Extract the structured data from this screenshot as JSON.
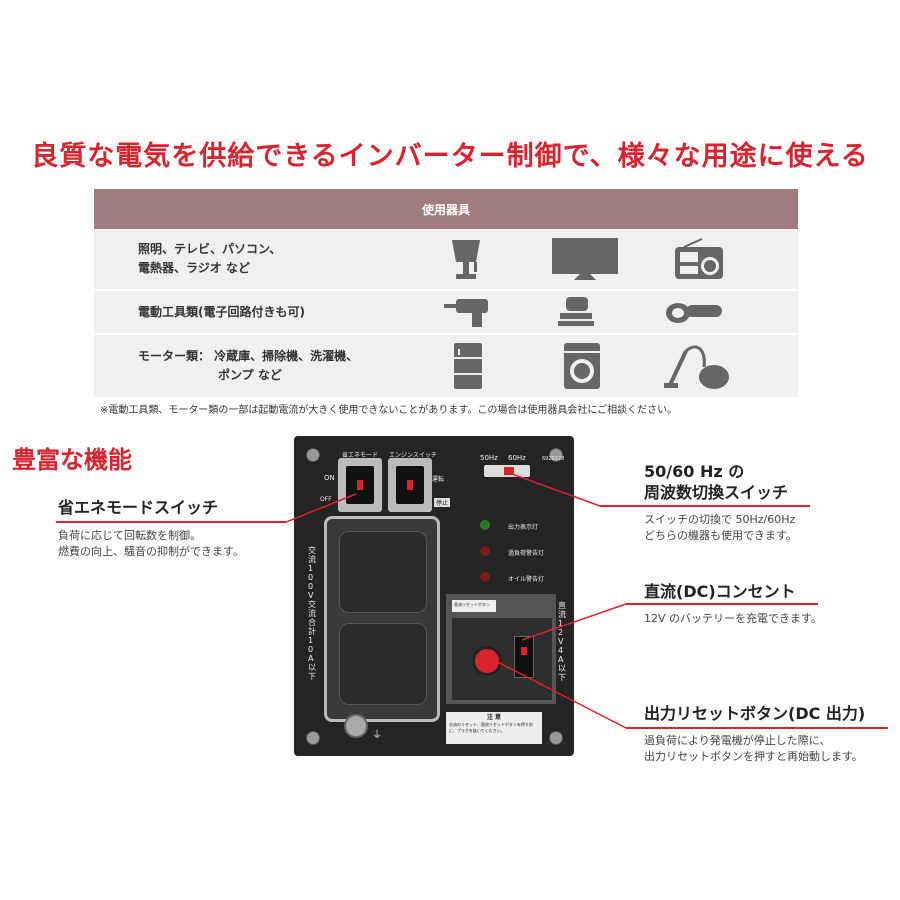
{
  "headline": "良質な電気を供給できるインバーター制御で、様々な用途に使える",
  "table": {
    "header": "使用器具",
    "rows": [
      {
        "label_lines": [
          "照明、テレビ、パソコン、",
          "電熱器、ラジオ など"
        ],
        "icons": [
          "lamp-icon",
          "television-icon",
          "radio-icon"
        ]
      },
      {
        "label_lines": [
          "電動工具類(電子回路付きも可)"
        ],
        "icons": [
          "drill-icon",
          "sander-icon",
          "grinder-icon"
        ]
      },
      {
        "label_lines": [
          "モーター類： 冷蔵庫、掃除機、洗濯機、",
          "ポンプ など"
        ],
        "icons": [
          "refrigerator-icon",
          "washing-machine-icon",
          "vacuum-cleaner-icon"
        ]
      }
    ]
  },
  "footnote": "※電動工具類、モーター類の一部は起動電流が大きく使用できないことがあります。この場合は使用器具会社にご相談ください。",
  "section_title": "豊富な機能",
  "panel": {
    "eco_label": "省エネモード",
    "engine_label": "エンジンスイッチ",
    "on": "ON",
    "off": "OFF",
    "run": "運転",
    "stop": "停止",
    "hz50": "50Hz",
    "hz60": "60Hz",
    "serial": "6920728",
    "lamp_output": "出力表示灯",
    "lamp_overload": "過負荷警告灯",
    "lamp_oil": "オイル警告灯",
    "ac_text": "交流 100V 交流合計10A以下",
    "dc_text": "直流 12V 4A以下",
    "reset_label": "直流リセットボタン",
    "caution_title": "注 意",
    "caution_text": "交流のリセット、過流リセットボタンを押す前に、プラグを抜いてください。"
  },
  "callouts": {
    "eco": {
      "title": "省エネモードスイッチ",
      "desc": [
        "負荷に応じて回転数を制御。",
        "燃費の向上、騒音の抑制ができます。"
      ]
    },
    "freq": {
      "title_lines": [
        "50/60 Hz の",
        "周波数切換スイッチ"
      ],
      "desc": [
        "スイッチの切換で 50Hz/60Hz",
        "どちらの機器も使用できます。"
      ]
    },
    "dc": {
      "title": "直流(DC)コンセント",
      "desc": [
        "12V のバッテリーを充電できます。"
      ]
    },
    "reset": {
      "title": "出力リセットボタン(DC 出力)",
      "desc": [
        "過負荷により発電機が停止した際に、",
        "出力リセットボタンを押すと再始動します。"
      ]
    }
  },
  "colors": {
    "accent": "#d9232e",
    "table_header": "#a07b7f",
    "table_row": "#f2efef",
    "panel": "#242424"
  }
}
